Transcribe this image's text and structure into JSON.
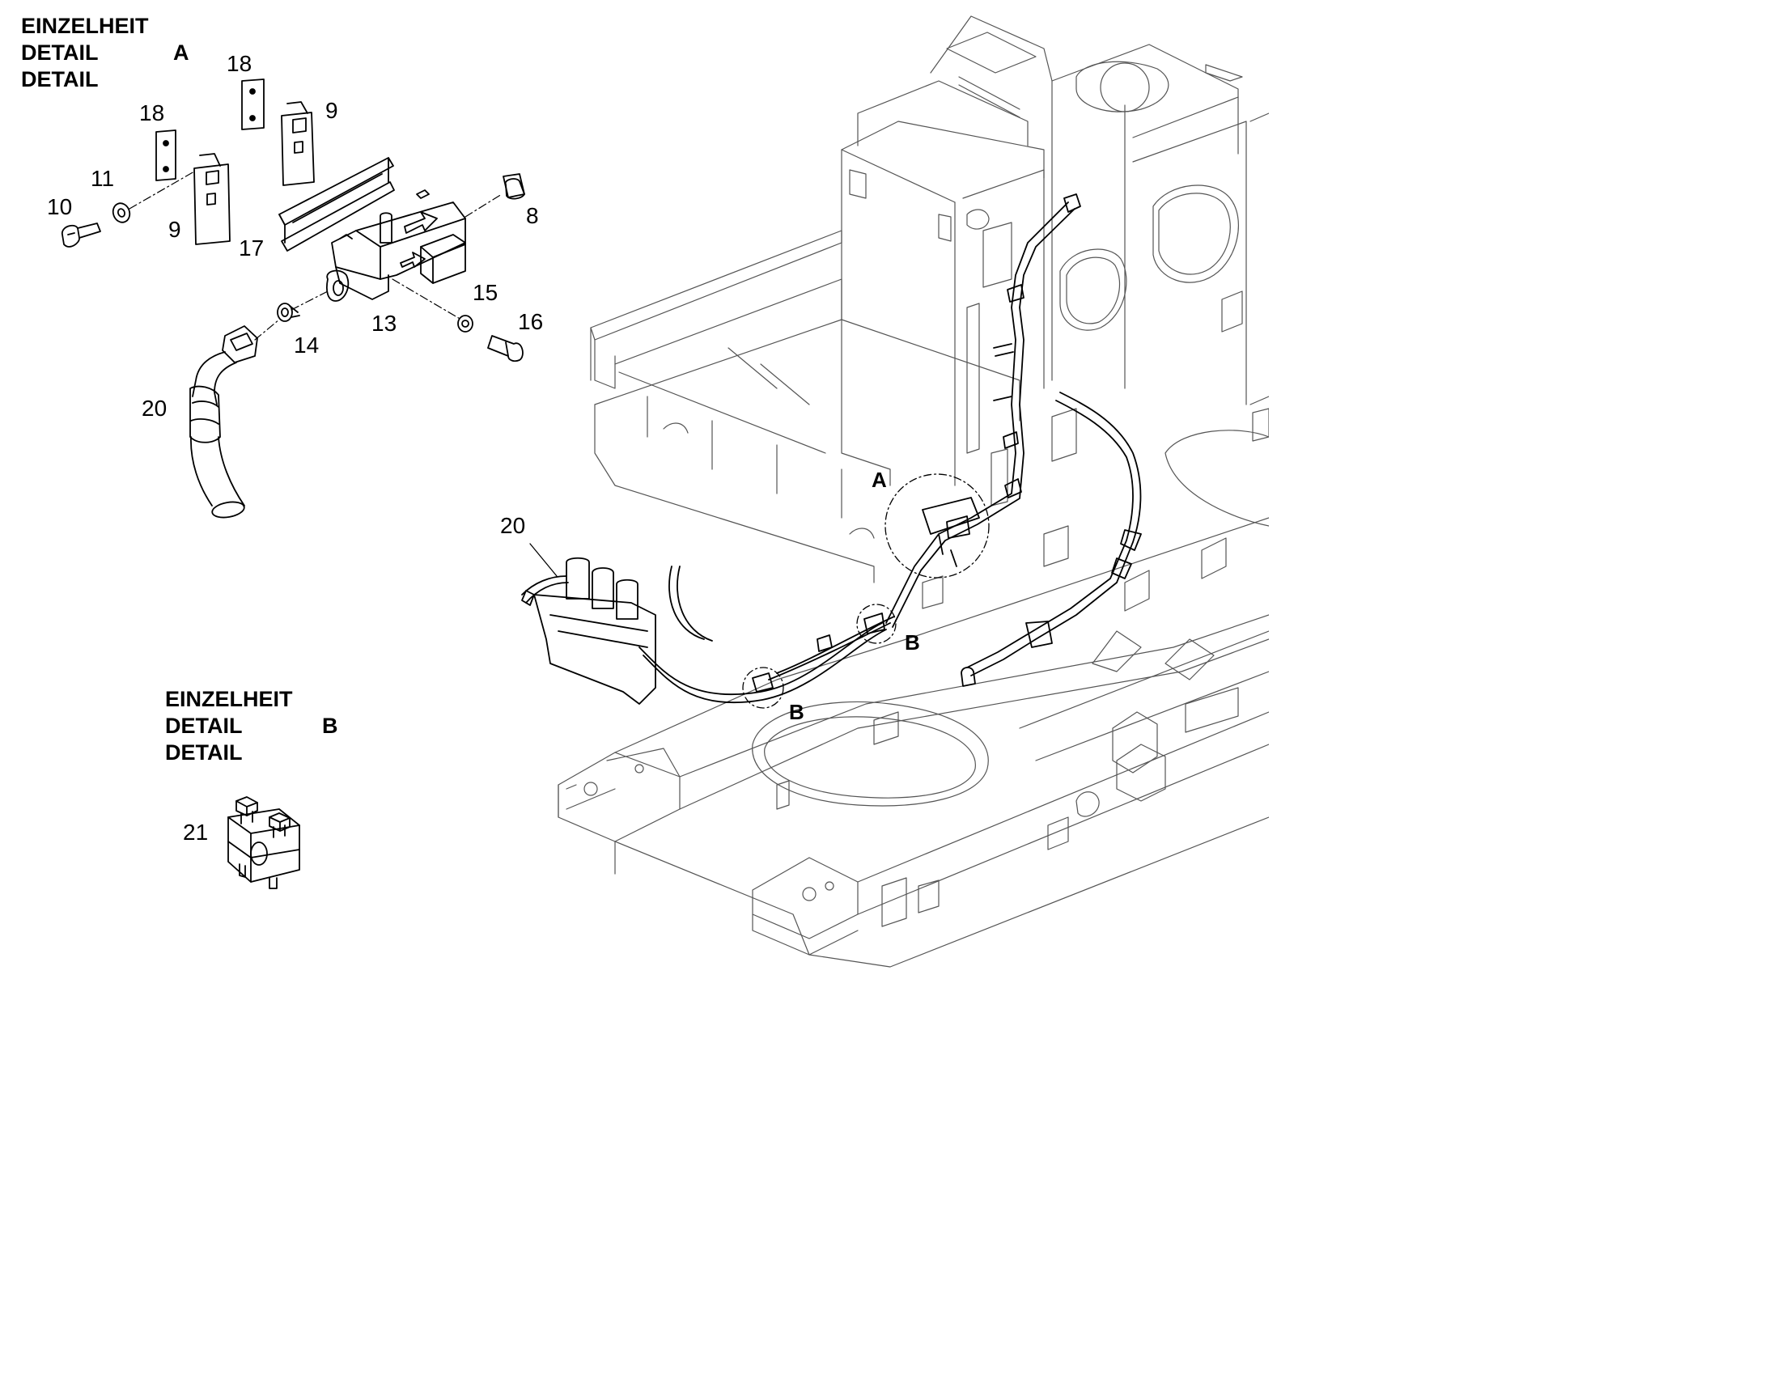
{
  "detail_a": {
    "heading": [
      "EINZELHEIT",
      "DETAIL",
      "DETAIL"
    ],
    "letter": "A",
    "callouts": [
      "18",
      "18",
      "9",
      "9",
      "11",
      "10",
      "17",
      "8",
      "15",
      "16",
      "13",
      "14",
      "20"
    ]
  },
  "detail_b": {
    "heading": [
      "EINZELHEIT",
      "DETAIL",
      "DETAIL"
    ],
    "letter": "B",
    "callouts": [
      "21"
    ]
  },
  "main": {
    "circle_labels": [
      "A",
      "B",
      "B"
    ],
    "callouts": [
      "20"
    ]
  }
}
